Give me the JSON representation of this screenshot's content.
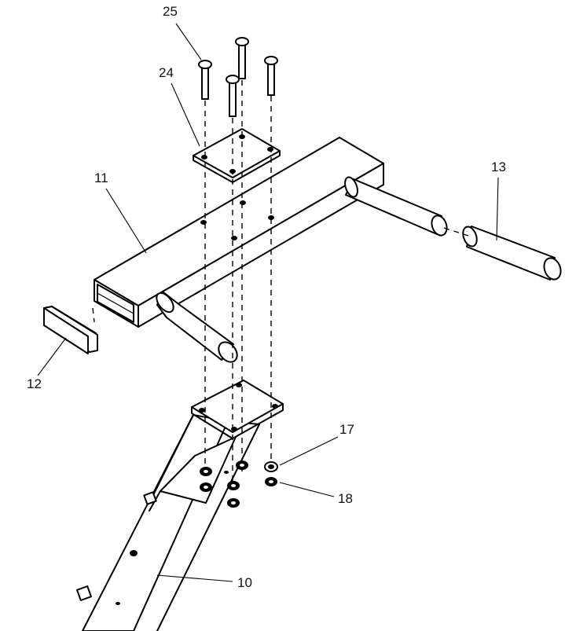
{
  "callouts": [
    {
      "id": "c25",
      "label": "25"
    },
    {
      "id": "c24",
      "label": "24"
    },
    {
      "id": "c11",
      "label": "11"
    },
    {
      "id": "c13",
      "label": "13"
    },
    {
      "id": "c12",
      "label": "12"
    },
    {
      "id": "c17",
      "label": "17"
    },
    {
      "id": "c18",
      "label": "18"
    },
    {
      "id": "c10",
      "label": "10"
    }
  ],
  "colors": {
    "line": "#000000",
    "background": "#ffffff"
  }
}
